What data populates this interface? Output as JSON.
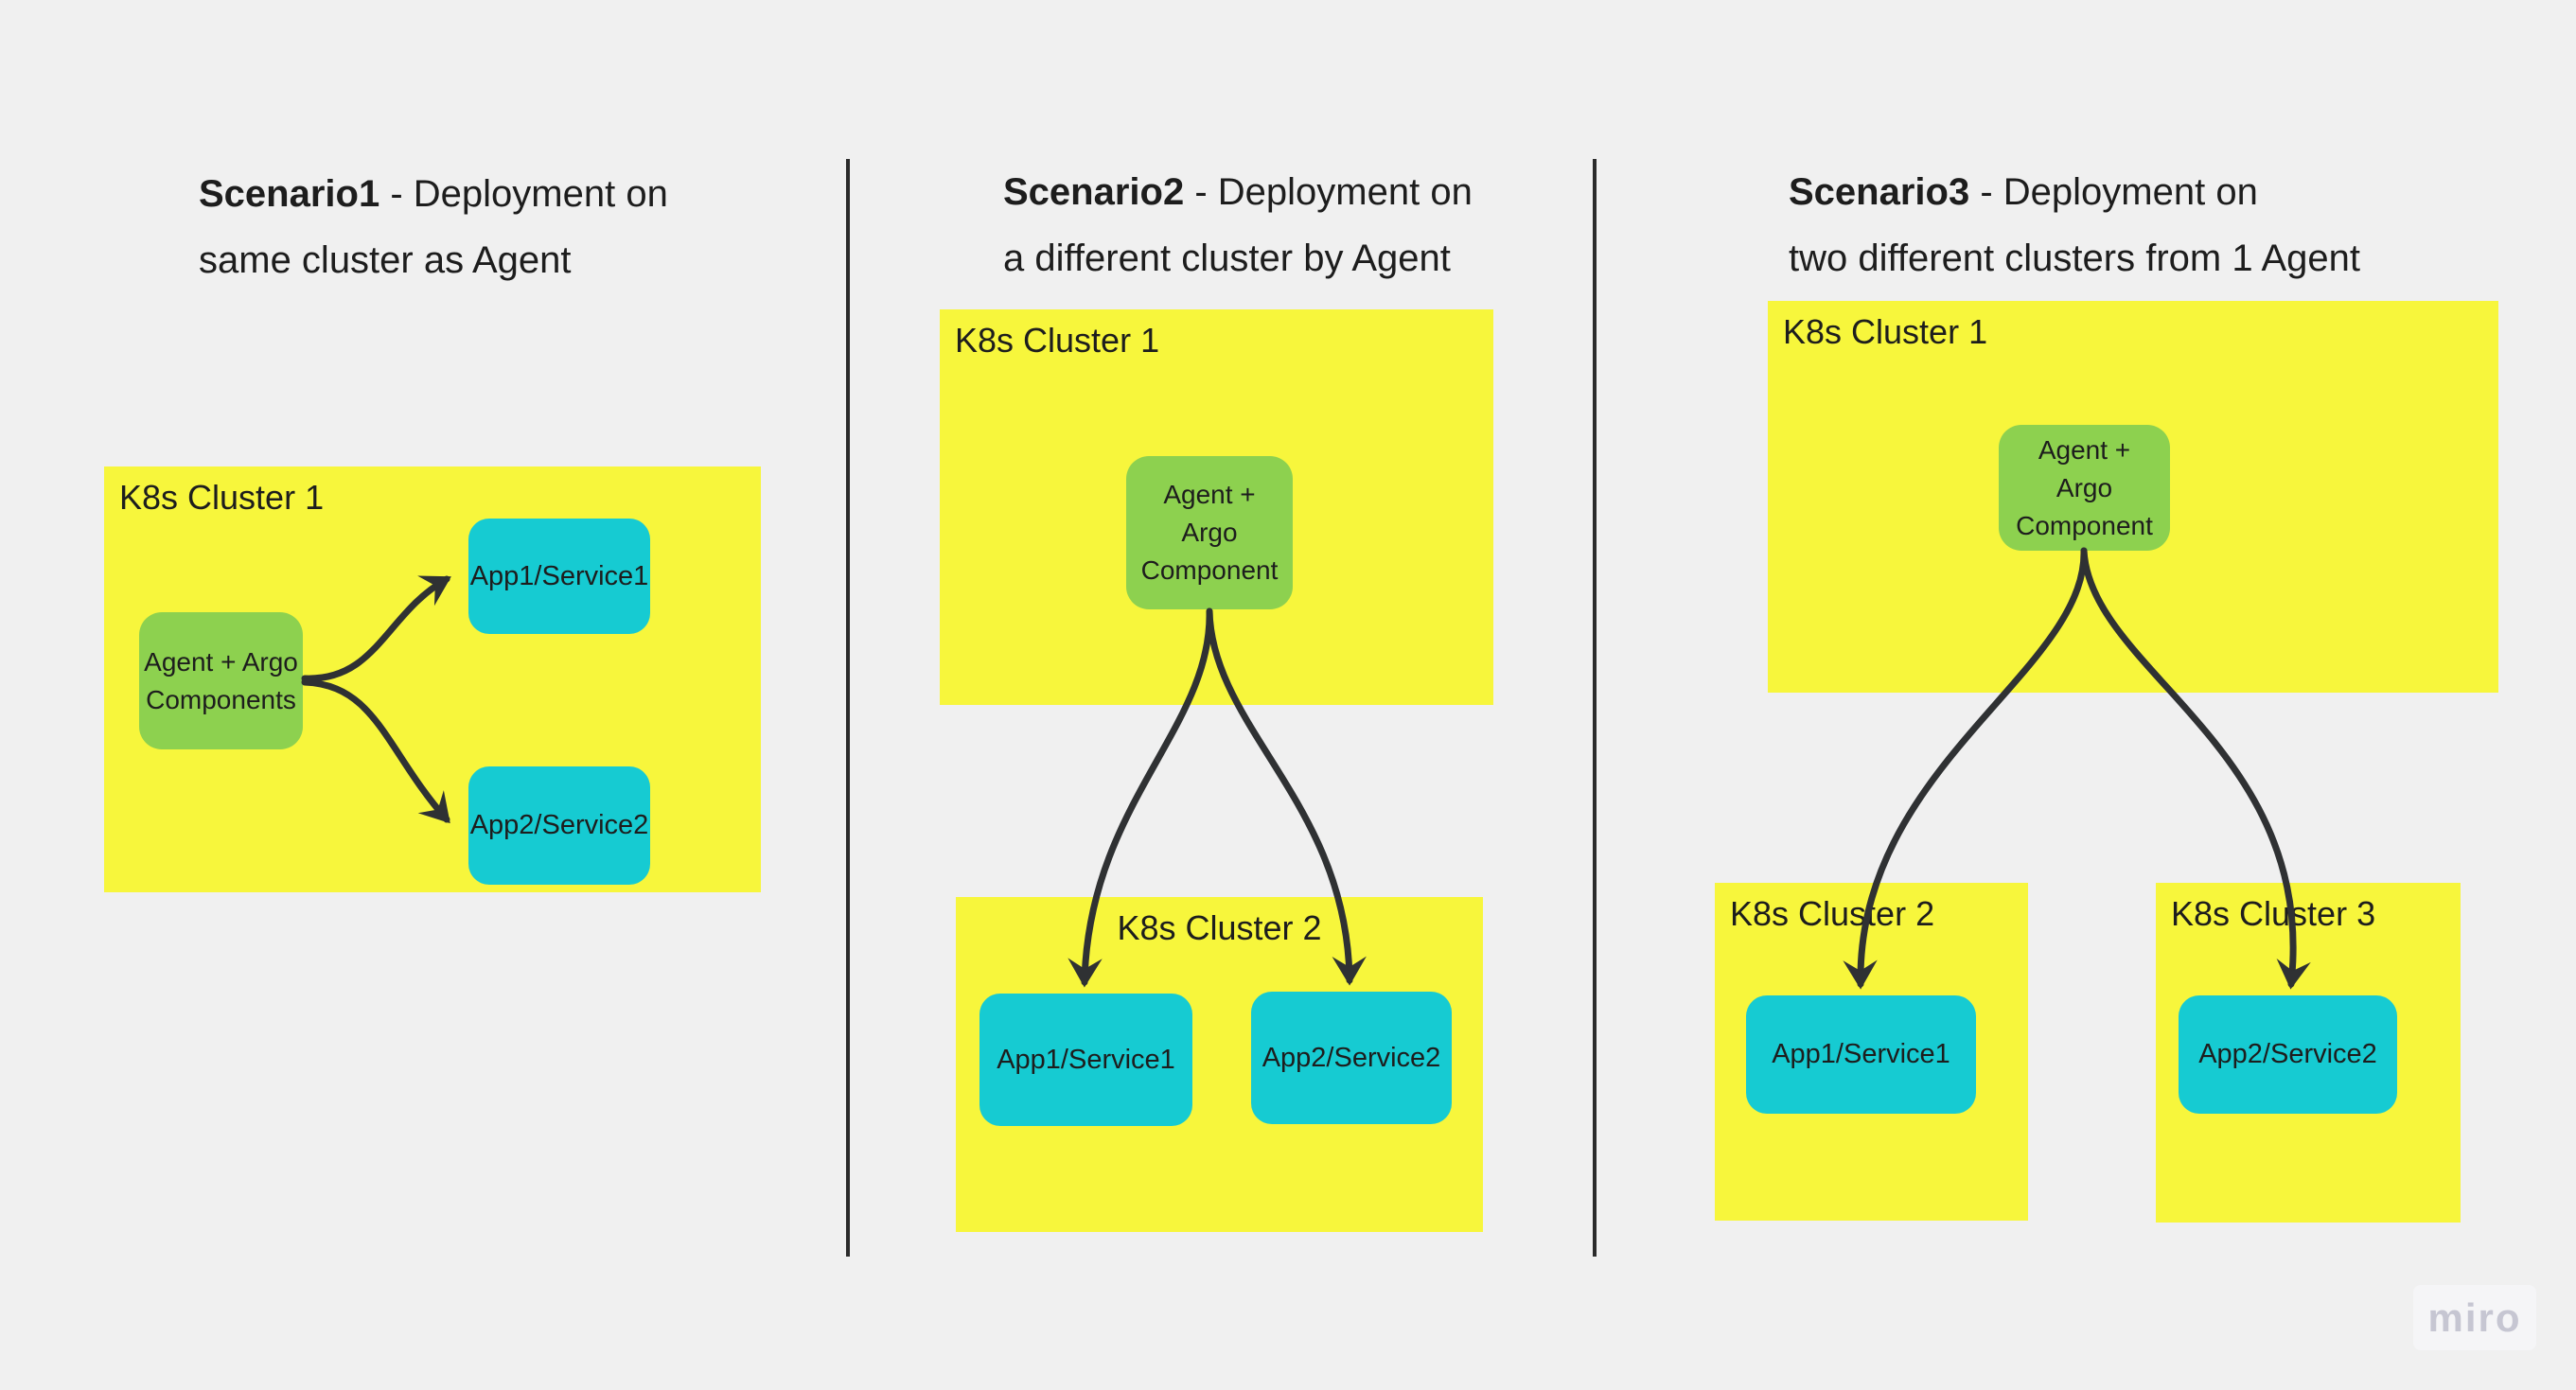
{
  "colors": {
    "background": "#F0F0F0",
    "cluster_fill": "#F7F63C",
    "agent_fill": "#8DD14F",
    "app_fill": "#16CBD2",
    "text": "#1D1D1D",
    "connector": "#2F3133",
    "divider": "#2B2B2B",
    "watermark": "#C6C6D2"
  },
  "scenario1": {
    "title": {
      "bold": "Scenario1",
      "rest": " - Deployment on",
      "line2": "same cluster as Agent"
    },
    "cluster1": {
      "label": "K8s Cluster 1"
    },
    "agent": {
      "lines": [
        "Agent + Argo",
        "Components"
      ]
    },
    "app1": {
      "label": "App1/Service1"
    },
    "app2": {
      "label": "App2/Service2"
    }
  },
  "scenario2": {
    "title": {
      "bold": "Scenario2",
      "rest": " - Deployment on",
      "line2": "a different cluster by Agent"
    },
    "cluster1": {
      "label": "K8s Cluster 1"
    },
    "cluster2": {
      "label": "K8s Cluster 2"
    },
    "agent": {
      "lines": [
        "Agent +",
        "Argo",
        "Component"
      ]
    },
    "app1": {
      "label": "App1/Service1"
    },
    "app2": {
      "label": "App2/Service2"
    }
  },
  "scenario3": {
    "title": {
      "bold": "Scenario3",
      "rest": " - Deployment on",
      "line2": "two different clusters from 1 Agent"
    },
    "cluster1": {
      "label": "K8s Cluster 1"
    },
    "cluster2": {
      "label": "K8s Cluster 2"
    },
    "cluster3": {
      "label": "K8s Cluster 3"
    },
    "agent": {
      "lines": [
        "Agent +",
        "Argo",
        "Component"
      ]
    },
    "app1": {
      "label": "App1/Service1"
    },
    "app2": {
      "label": "App2/Service2"
    }
  },
  "watermark": {
    "label": "miro"
  }
}
